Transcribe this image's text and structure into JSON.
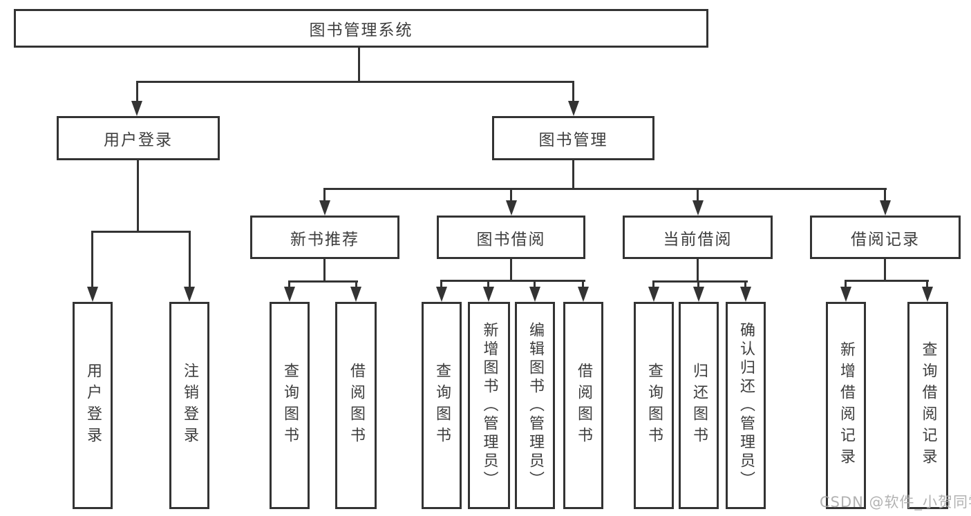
{
  "diagram": {
    "type": "tree",
    "root": {
      "label": "图书管理系统",
      "children": [
        {
          "label": "用户登录",
          "children": [
            {
              "label": "用户登录"
            },
            {
              "label": "注销登录"
            }
          ]
        },
        {
          "label": "图书管理",
          "children": [
            {
              "label": "新书推荐",
              "children": [
                {
                  "label": "查询图书"
                },
                {
                  "label": "借阅图书"
                }
              ]
            },
            {
              "label": "图书借阅",
              "children": [
                {
                  "label": "查询图书"
                },
                {
                  "label": "新增图书（管理员）"
                },
                {
                  "label": "编辑图书（管理员）"
                },
                {
                  "label": "借阅图书"
                }
              ]
            },
            {
              "label": "当前借阅",
              "children": [
                {
                  "label": "查询图书"
                },
                {
                  "label": "归还图书"
                },
                {
                  "label": "确认归还（管理员）"
                }
              ]
            },
            {
              "label": "借阅记录",
              "children": [
                {
                  "label": "新增借阅记录"
                },
                {
                  "label": "查询借阅记录"
                }
              ]
            }
          ]
        }
      ]
    },
    "watermark": "CSDN @软件_小贺同学",
    "colors": {
      "line": "#333333",
      "text": "#3d3d3d",
      "watermark": "#aaaaaa",
      "background": "#ffffff"
    }
  }
}
